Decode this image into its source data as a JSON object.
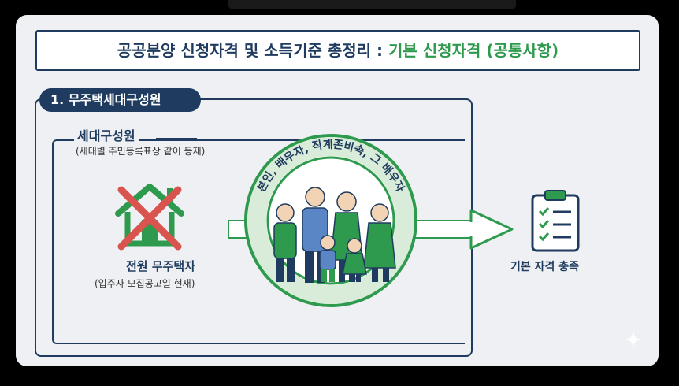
{
  "title": {
    "main": "공공분양 신청자격 및 소득기준 총정리 : ",
    "accent": "기본 신청자격 (공통사항)"
  },
  "section": {
    "tab": "1. 무주택세대구성원"
  },
  "members": {
    "heading": "세대구성원",
    "sub": "(세대별 주민등록표상 같이 등재)"
  },
  "house": {
    "label": "전원 무주택자",
    "sub": "(입주자 모집공고일 현재)"
  },
  "ring": {
    "text": "본인, 배우자, 직계존비속, 그 배우자"
  },
  "result": {
    "label": "기본 자격 충족"
  },
  "colors": {
    "navy": "#1f3b5f",
    "green": "#2e9a4d",
    "red": "#d9534f",
    "blue": "#5a86c5"
  }
}
